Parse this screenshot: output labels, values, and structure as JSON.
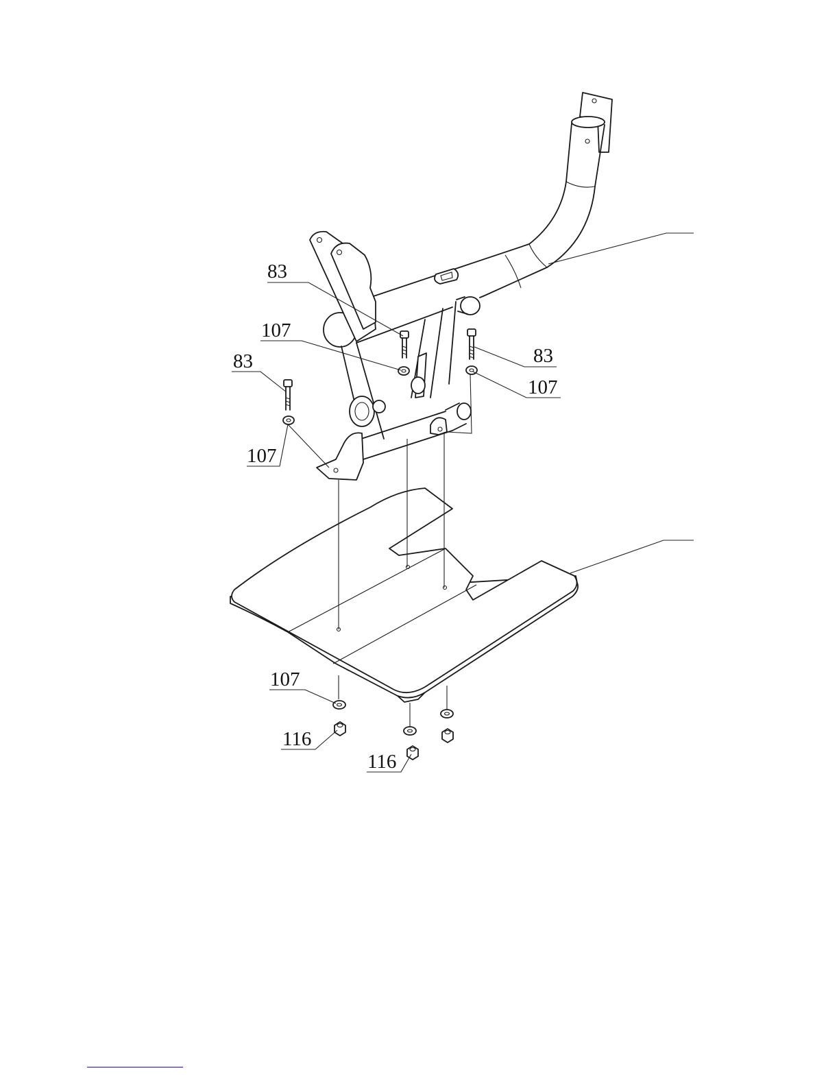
{
  "labels": {
    "bolt_top_center": "83",
    "washer_top_center": "107",
    "bolt_right": "83",
    "washer_right": "107",
    "bolt_left": "83",
    "washer_left": "107",
    "washer_bottom": "107",
    "nut_left": "116",
    "nut_center": "116"
  },
  "colors": {
    "line": "#1a1a1a",
    "footer_rule": "#1c1c9a"
  }
}
